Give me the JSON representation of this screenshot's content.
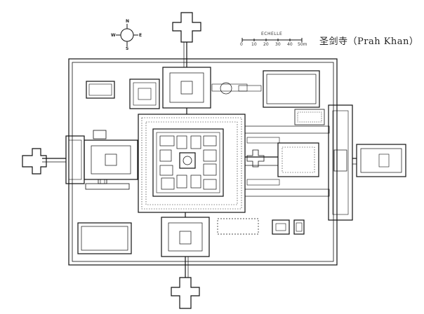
{
  "title": "圣剑寺（Prah Khan）",
  "scale": {
    "label": "ECHELLE",
    "ticks": [
      "0",
      "10",
      "20",
      "30",
      "40",
      "50m"
    ]
  },
  "compass": {
    "north": "N",
    "south": "S",
    "east": "E",
    "west": "W"
  }
}
